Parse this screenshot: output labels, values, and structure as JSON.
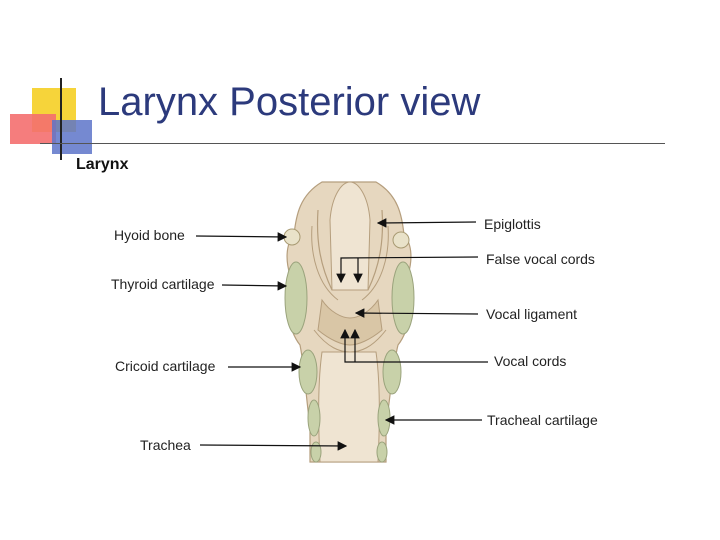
{
  "slide": {
    "title": "Larynx Posterior view",
    "figure_heading": "Larynx"
  },
  "labels": {
    "hyoid_bone": "Hyoid bone",
    "thyroid_cartilage": "Thyroid cartilage",
    "cricoid_cartilage": "Cricoid cartilage",
    "trachea": "Trachea",
    "epiglottis": "Epiglottis",
    "false_vocal_cords": "False vocal cords",
    "vocal_ligament": "Vocal ligament",
    "vocal_cords": "Vocal cords",
    "tracheal_cartilage": "Tracheal cartilage"
  },
  "colors": {
    "title": "#2c3a7c",
    "tissue": "#e6d7bf",
    "tissue_shade": "#cfb897",
    "cartilage": "#c8d1a9",
    "decor_yellow": "#f6d43a",
    "decor_red": "#f46f6f",
    "decor_blue": "#5d74c9"
  }
}
